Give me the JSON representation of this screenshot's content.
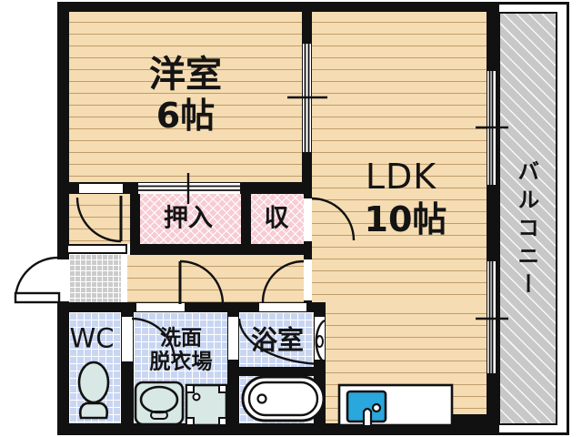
{
  "floorplan": {
    "rooms": {
      "western_room": {
        "name": "洋室",
        "size": "6帖"
      },
      "ldk": {
        "name": "LDK",
        "size": "10帖"
      },
      "closet": {
        "name": "押入"
      },
      "storage": {
        "name": "収"
      },
      "wc": {
        "name": "WC"
      },
      "washroom": {
        "name_line1": "洗面",
        "name_line2": "脱衣場"
      },
      "bathroom": {
        "name": "浴室"
      },
      "balcony": {
        "name": "バルコニー"
      }
    },
    "colors": {
      "wall": "#111111",
      "wood_floor": "#f5dcb2",
      "tile_blue": "#c9d6f2",
      "closet_pink": "#f7ccd4",
      "entrance_gray": "#cbcbcb",
      "balcony_gray": "#c8c8c8",
      "kitchen_sink_blue": "#2aa7dc",
      "fixture_fill": "#d8e8e4"
    }
  }
}
